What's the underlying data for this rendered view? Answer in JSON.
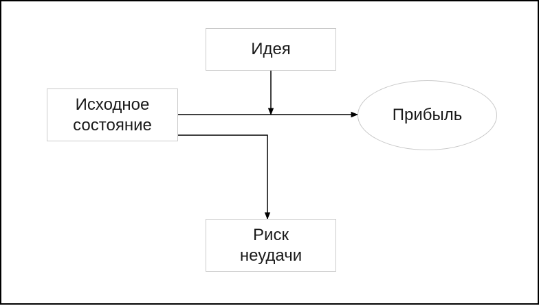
{
  "diagram": {
    "nodes": {
      "idea": "Идея",
      "initial_state": "Исходное\nсостояние",
      "profit": "Прибыль",
      "failure_risk": "Риск\nнеудачи"
    },
    "edges": [
      {
        "from": "initial_state",
        "to": "profit"
      },
      {
        "from": "idea",
        "to": "initial_state-profit-line"
      },
      {
        "from": "initial_state",
        "to": "failure_risk"
      }
    ],
    "colors": {
      "line": "#000000",
      "node_border": "#c8c8c8",
      "text": "#1a1a1a"
    }
  }
}
